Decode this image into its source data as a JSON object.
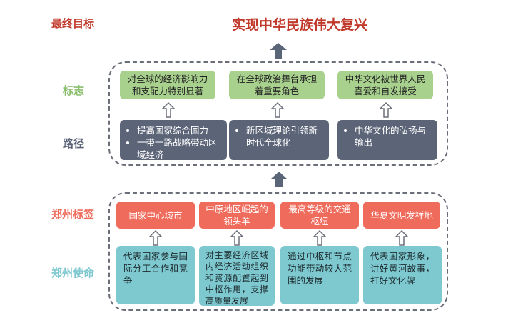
{
  "goal": {
    "label": "最终目标",
    "title": "实现中华民族伟大复兴"
  },
  "rows": {
    "marks_label": "标志",
    "paths_label": "路径",
    "zz_marks_label": "郑州标签",
    "zz_mission_label": "郑州使命"
  },
  "marks": [
    "对全球的经济影响力和支配力特别显著",
    "在全球政治舞台承担着重要角色",
    "中华文化被世界人民喜爱和自发接受"
  ],
  "paths": {
    "col1": [
      "提高国家综合国力",
      "一带一路战略带动区域经济"
    ],
    "col2": [
      "新区域理论引领新时代全球化"
    ],
    "col3": [
      "中华文化的弘扬与输出"
    ]
  },
  "zz_marks": [
    "国家中心城市",
    "中原地区崛起的领头羊",
    "最高等级的交通枢纽",
    "华夏文明发祥地"
  ],
  "zz_missions": [
    "代表国家参与国际分工合作和竞争",
    "对主要经济区域内经济活动组织和资源配置起到中枢作用，支撑高质量发展",
    "通过中枢和节点功能带动较大范围的发展",
    "代表国家形象，讲好黄河故事，打好文化牌"
  ],
  "colors": {
    "goal_red": "#c0392b",
    "marks_green": "#a9d18e",
    "paths_slate": "#5c6478",
    "zz_red": "#ef6b5c",
    "mission_teal": "#7ec8cf",
    "arrow_slate": "#5a6577"
  }
}
